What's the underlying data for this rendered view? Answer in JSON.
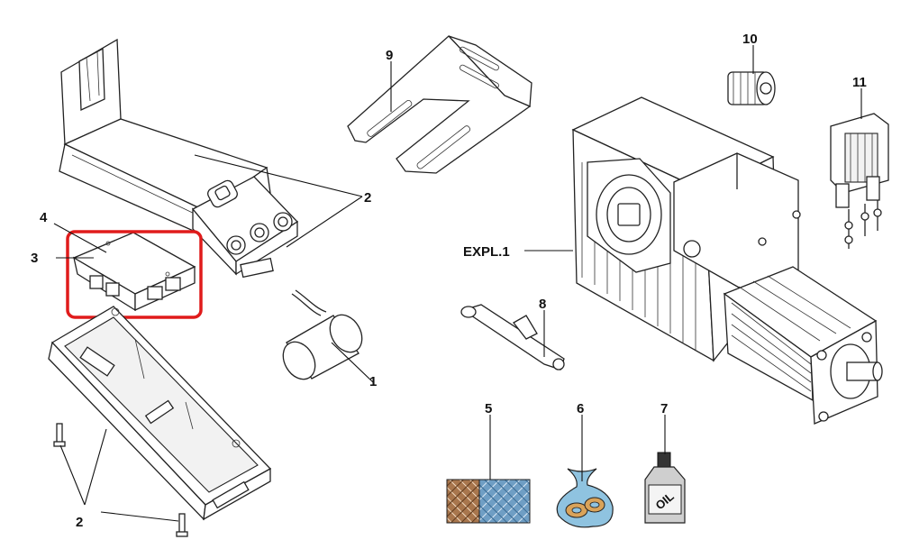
{
  "labels": {
    "l1": "1",
    "l2_top": "2",
    "l2_bottom": "2",
    "l3": "3",
    "l4": "4",
    "l5": "5",
    "l6": "6",
    "l7": "7",
    "l8": "8",
    "l9": "9",
    "l10": "10",
    "l11": "11",
    "expl": "EXPL.1"
  },
  "bottle_text": "OIL",
  "colors": {
    "highlight": "#e01b1b",
    "fabric_blue": "#6f9ec4",
    "fabric_brown": "#a8764d",
    "bag_blue": "#8fc3e0",
    "ink": "#222222"
  }
}
